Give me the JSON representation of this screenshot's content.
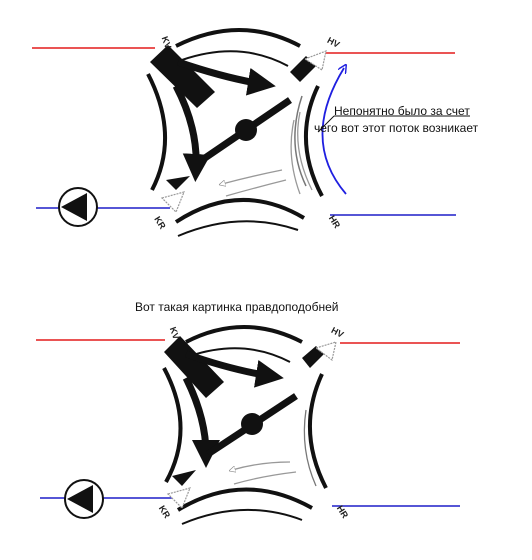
{
  "colors": {
    "hot_pipe": "#e31b1b",
    "cold_pipe": "#1f1fc8",
    "mystery_flow": "#1f1fe0",
    "body": "#111111",
    "light_flow": "#9a9a9a"
  },
  "icons": [
    "pump-icon",
    "valve-rotor-icon",
    "flow-arrow-icon"
  ],
  "top_diagram": {
    "ports": {
      "kv": "KV",
      "hv": "HV",
      "kr": "KR",
      "hr": "HR"
    },
    "note_line1": "Непонятно было  за счет",
    "note_line2": "чего вот этот поток возникает"
  },
  "middle_caption": "Вот такая картинка правдоподобней",
  "bottom_diagram": {
    "ports": {
      "kv": "KV",
      "hv": "HV",
      "kr": "KR",
      "hr": "HR"
    }
  }
}
